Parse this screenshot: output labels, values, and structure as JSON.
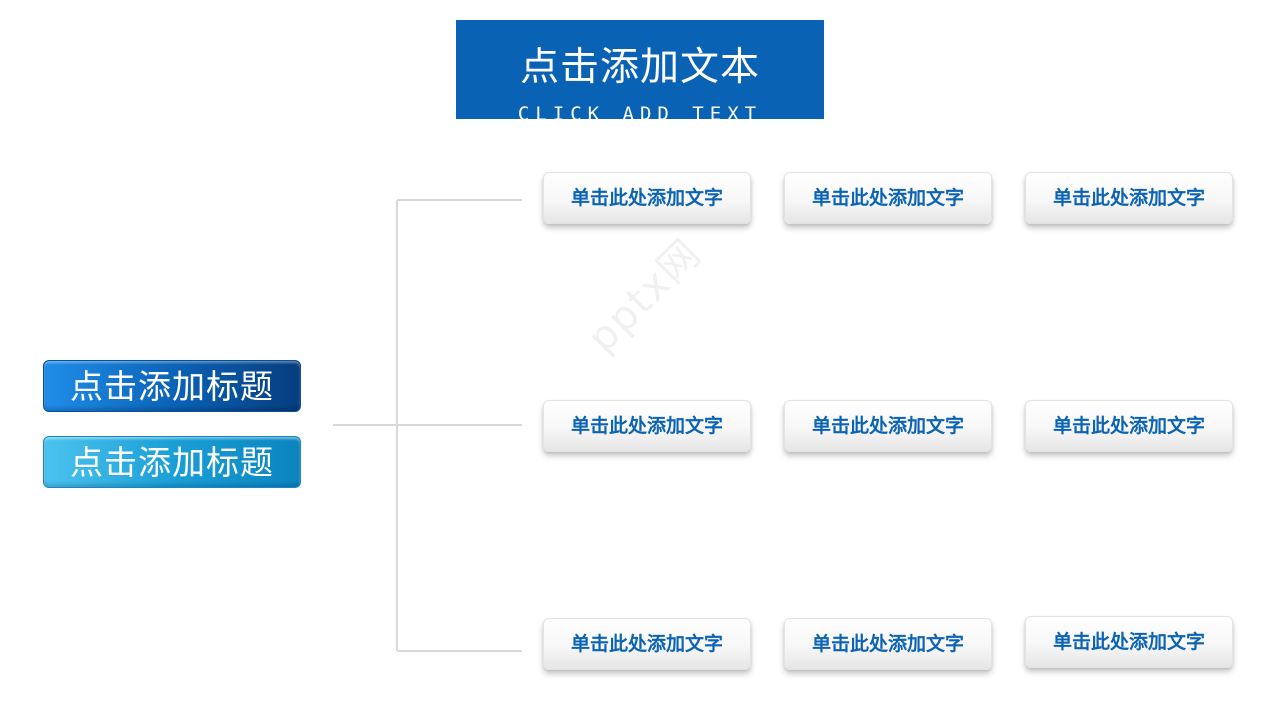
{
  "header": {
    "title": "点击添加文本",
    "subtitle": "CLICK ADD TEXT"
  },
  "titles": [
    {
      "label": "点击添加标题"
    },
    {
      "label": "点击添加标题"
    }
  ],
  "cards": [
    [
      "单击此处添加文字",
      "单击此处添加文字",
      "单击此处添加文字"
    ],
    [
      "单击此处添加文字",
      "单击此处添加文字",
      "单击此处添加文字"
    ],
    [
      "单击此处添加文字",
      "单击此处添加文字",
      "单击此处添加文字"
    ]
  ],
  "watermark": "pptx网",
  "colors": {
    "header_bg": "#0a62b4",
    "card_text": "#0b63b4",
    "title_dark": "#0a5fb2",
    "title_light": "#1a9fd6",
    "connector": "#d9d9d9"
  }
}
